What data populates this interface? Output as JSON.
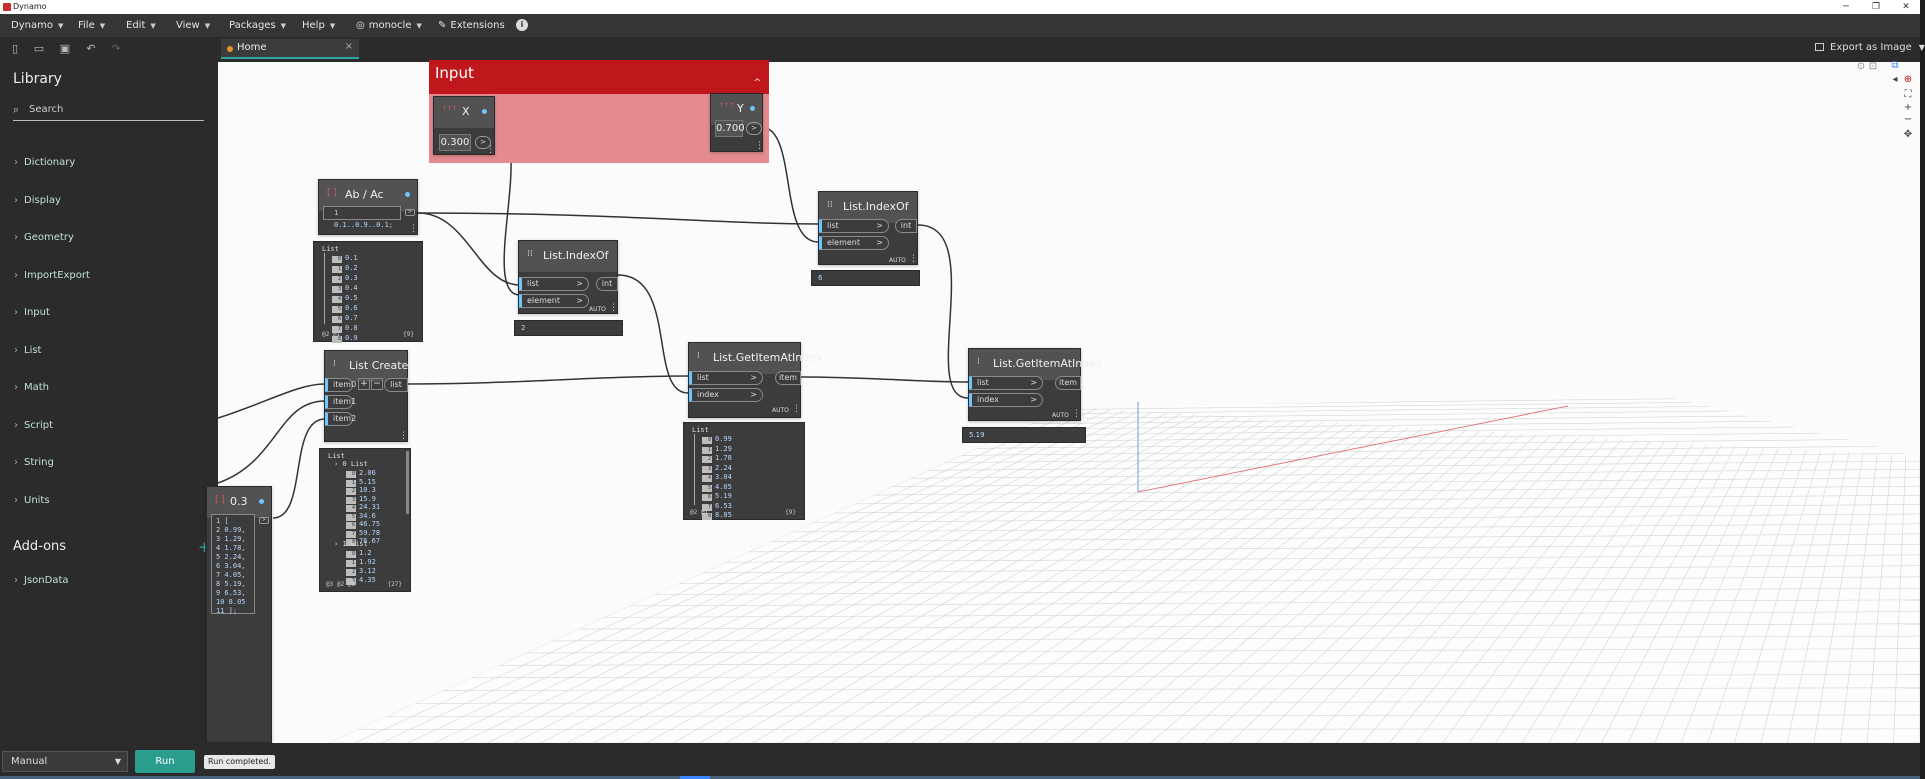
{
  "window": {
    "title": "Dynamo",
    "minimize": "─",
    "restore": "❐",
    "close": "✕"
  },
  "menubar": {
    "items": [
      {
        "label": "Dynamo",
        "arrow": "▼"
      },
      {
        "label": "File",
        "arrow": "▼"
      },
      {
        "label": "Edit",
        "arrow": "▼"
      },
      {
        "label": "View",
        "arrow": "▼"
      },
      {
        "label": "Packages",
        "arrow": "▼"
      },
      {
        "label": "Help",
        "arrow": "▼"
      },
      {
        "label": "monocle",
        "arrow": "▼"
      },
      {
        "label": "Extensions"
      }
    ],
    "info_icon": "i"
  },
  "tabs": [
    {
      "label": "Home",
      "close": "×"
    }
  ],
  "export": {
    "label": "Export as Image",
    "arrow": "▼"
  },
  "library": {
    "title": "Library",
    "search_placeholder": "Search",
    "categories": [
      "Dictionary",
      "Display",
      "Geometry",
      "ImportExport",
      "Input",
      "List",
      "Math",
      "Script",
      "String",
      "Units"
    ],
    "addons_title": "Add-ons",
    "addons": [
      "JsonData"
    ]
  },
  "group": {
    "title": "Input"
  },
  "nodes": {
    "x": {
      "title": "X",
      "value": "0.300",
      "icon": "↑↑↑"
    },
    "y": {
      "title": "Y",
      "value": "0.700",
      "icon": "↑↑↑"
    },
    "abac": {
      "title": "Ab / Ac",
      "code": "1 0.1..0.9..0.1;",
      "icon": "[ ]"
    },
    "indexof1": {
      "title": "List.IndexOf",
      "in1": "list",
      "in2": "element",
      "out": "int",
      "lacing": "AUTO",
      "result": "2"
    },
    "indexof2": {
      "title": "List.IndexOf",
      "in1": "list",
      "in2": "element",
      "out": "int",
      "lacing": "AUTO",
      "result": "6"
    },
    "listcreate": {
      "title": "List Create",
      "in0": "item0",
      "in1": "item1",
      "in2": "item2",
      "out": "list",
      "plus": "+",
      "minus": "−"
    },
    "getitem1": {
      "title": "List.GetItemAtIndex",
      "in1": "list",
      "in2": "index",
      "out": "item",
      "lacing": "AUTO"
    },
    "getitem2": {
      "title": "List.GetItemAtIndex",
      "in1": "list",
      "in2": "index",
      "out": "item",
      "lacing": "AUTO",
      "result": "5.19"
    },
    "code03": {
      "title": "0.3",
      "icon": "[ ]",
      "lines": [
        "1 [",
        "2 0.99,",
        "3 1.29,",
        "4 1.78,",
        "5 2.24,",
        "6 3.04,",
        "7 4.05,",
        "8 5.19,",
        "9 6.53,",
        "10 8.05",
        "11 ];"
      ]
    }
  },
  "previews": {
    "abac": {
      "label": "List",
      "items": [
        "0.1",
        "0.2",
        "0.3",
        "0.4",
        "0.5",
        "0.6",
        "0.7",
        "0.8",
        "0.9"
      ],
      "footer": "@2 @1",
      "count": "{9}"
    },
    "getitem1": {
      "label": "List",
      "items": [
        "0.99",
        "1.29",
        "1.78",
        "2.24",
        "3.04",
        "4.05",
        "5.19",
        "6.53",
        "8.05"
      ],
      "footer": "@2 @1",
      "count": "{9}"
    },
    "listcreate": {
      "label": "List",
      "sub0": "0 List",
      "sub1": "1 List",
      "items0": [
        "2.06",
        "5.15",
        "10.3",
        "15.9",
        "24.31",
        "34.6",
        "46.75",
        "59.78",
        "76.67"
      ],
      "items1": [
        "1.2",
        "1.92",
        "3.12",
        "4.35"
      ],
      "footer": "@3 @2 @1",
      "count": "{27}"
    }
  },
  "bottom": {
    "run_mode": "Manual",
    "run_mode_arrow": "▼",
    "run_label": "Run",
    "status": "Run completed."
  }
}
